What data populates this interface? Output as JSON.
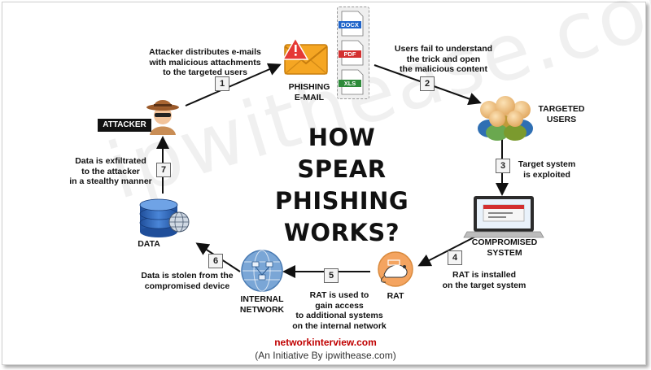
{
  "title": {
    "line1": "HOW",
    "line2": "SPEAR PHISHING",
    "line3": "WORKS?"
  },
  "watermark": "ipwithease.com",
  "attachments": [
    "DOCX",
    "PDF",
    "XLS"
  ],
  "nodes": {
    "phishing_email": "PHISHING\nE-MAIL",
    "targeted_users": "TARGETED\nUSERS",
    "compromised_system": "COMPROMISED\nSYSTEM",
    "rat": "RAT",
    "internal_network": "INTERNAL\nNETWORK",
    "data": "DATA",
    "attacker": "ATTACKER"
  },
  "steps": [
    {
      "number": "1",
      "text": "Attacker distributes e-mails\nwith malicious attachments\nto the targeted users"
    },
    {
      "number": "2",
      "text": "Users fail to understand\nthe trick and open\nthe malicious content"
    },
    {
      "number": "3",
      "text": "Target system\nis exploited"
    },
    {
      "number": "4",
      "text": "RAT is installed\non the target system"
    },
    {
      "number": "5",
      "text": "RAT is used to\ngain access\nto additional systems\non the internal network"
    },
    {
      "number": "6",
      "text": "Data is stolen from the\ncompromised device"
    },
    {
      "number": "7",
      "text": "Data is exfiltrated\nto the attacker\nin a stealthy manner"
    }
  ],
  "footer": {
    "site": "networkinterview.com",
    "initiative": "(An Initiative By ipwithease.com)"
  },
  "colors": {
    "arrow": "#111111",
    "envelope": "#f5a623",
    "warning": "#e53935",
    "pdf": "#d32f2f",
    "docx": "#1e63c9",
    "xls": "#2e8b3a",
    "footer_site": "#c00000"
  }
}
